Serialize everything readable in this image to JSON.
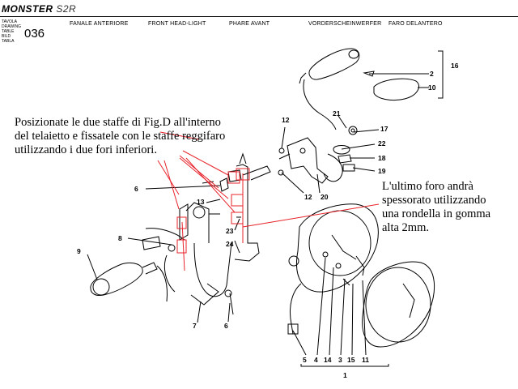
{
  "header": {
    "brand": "MONSTER",
    "model": "S2R",
    "side_labels": [
      "TAVOLA",
      "DRAWING",
      "TABLE",
      "BILD",
      "TABLA"
    ],
    "table_number": "036",
    "titles": [
      "FANALE ANTERIORE",
      "FRONT HEAD-LIGHT",
      "PHARE AVANT",
      "VORDERSCHEINWERFER",
      "FARO DELANTERO"
    ]
  },
  "notes": {
    "left": "Posizionate le due staffe di Fig.D all'interno\ndel telaietto e fissatele con le staffe reggifaro\nutilizzando i due fori inferiori.",
    "right": "L'ultimo foro andrà\nspessorato utilizzando\nuna rondella in gomma\nalta 2mm."
  },
  "callouts": [
    "16",
    "2",
    "10",
    "21",
    "17",
    "22",
    "18",
    "19",
    "12",
    "12",
    "20",
    "6",
    "13",
    "9",
    "8",
    "23",
    "24",
    "7",
    "6",
    "5",
    "4",
    "14",
    "3",
    "15",
    "11",
    "1"
  ],
  "colors": {
    "line": "#000000",
    "annotation": "#e8232b"
  }
}
